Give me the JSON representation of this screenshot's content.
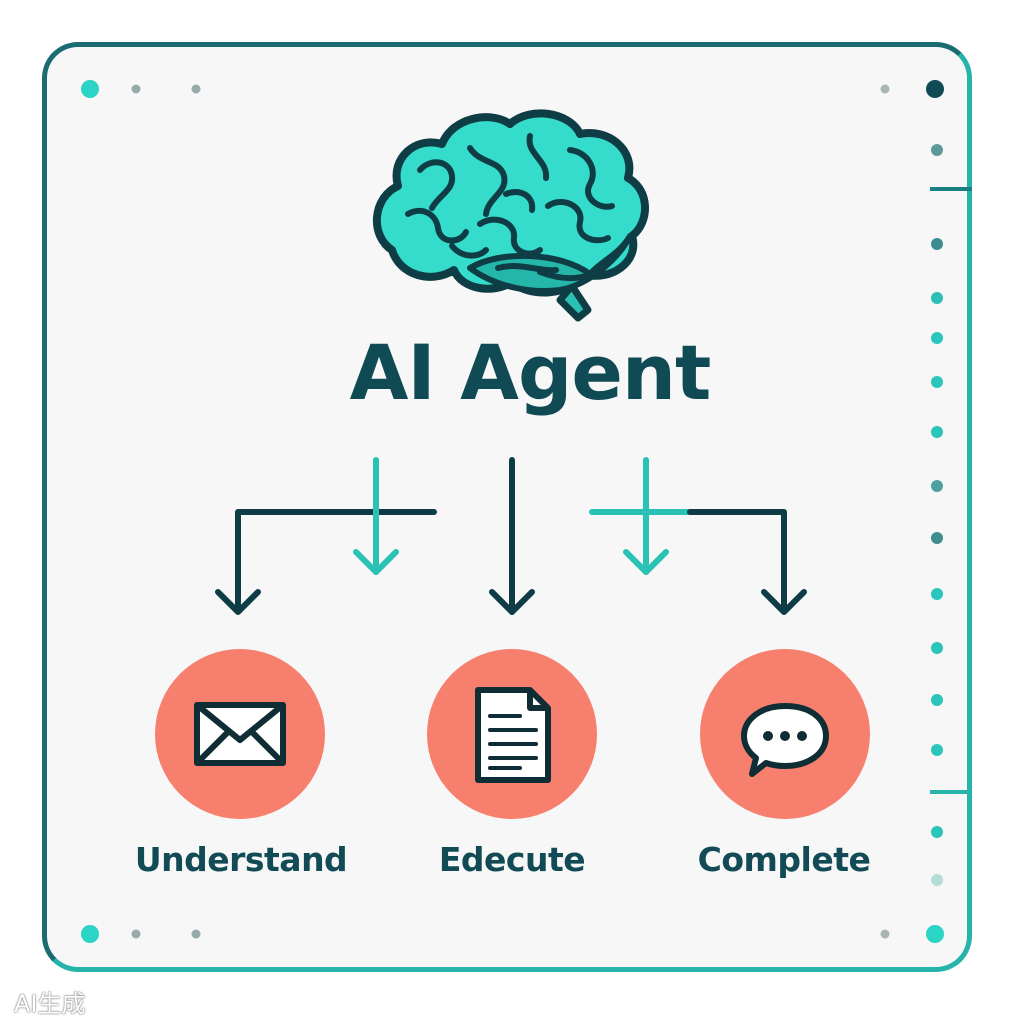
{
  "diagram": {
    "title": "AI Agent",
    "nodes": [
      {
        "label": "Understand",
        "icon": "envelope-icon"
      },
      {
        "label": "Edecute",
        "icon": "document-icon"
      },
      {
        "label": "Complete",
        "icon": "chat-bubble-icon"
      }
    ]
  },
  "watermark": "AI生成",
  "colors": {
    "teal": "#2bd4c4",
    "dark_teal": "#0f4a55",
    "coral": "#f6806d",
    "background": "#f7f7f7"
  }
}
